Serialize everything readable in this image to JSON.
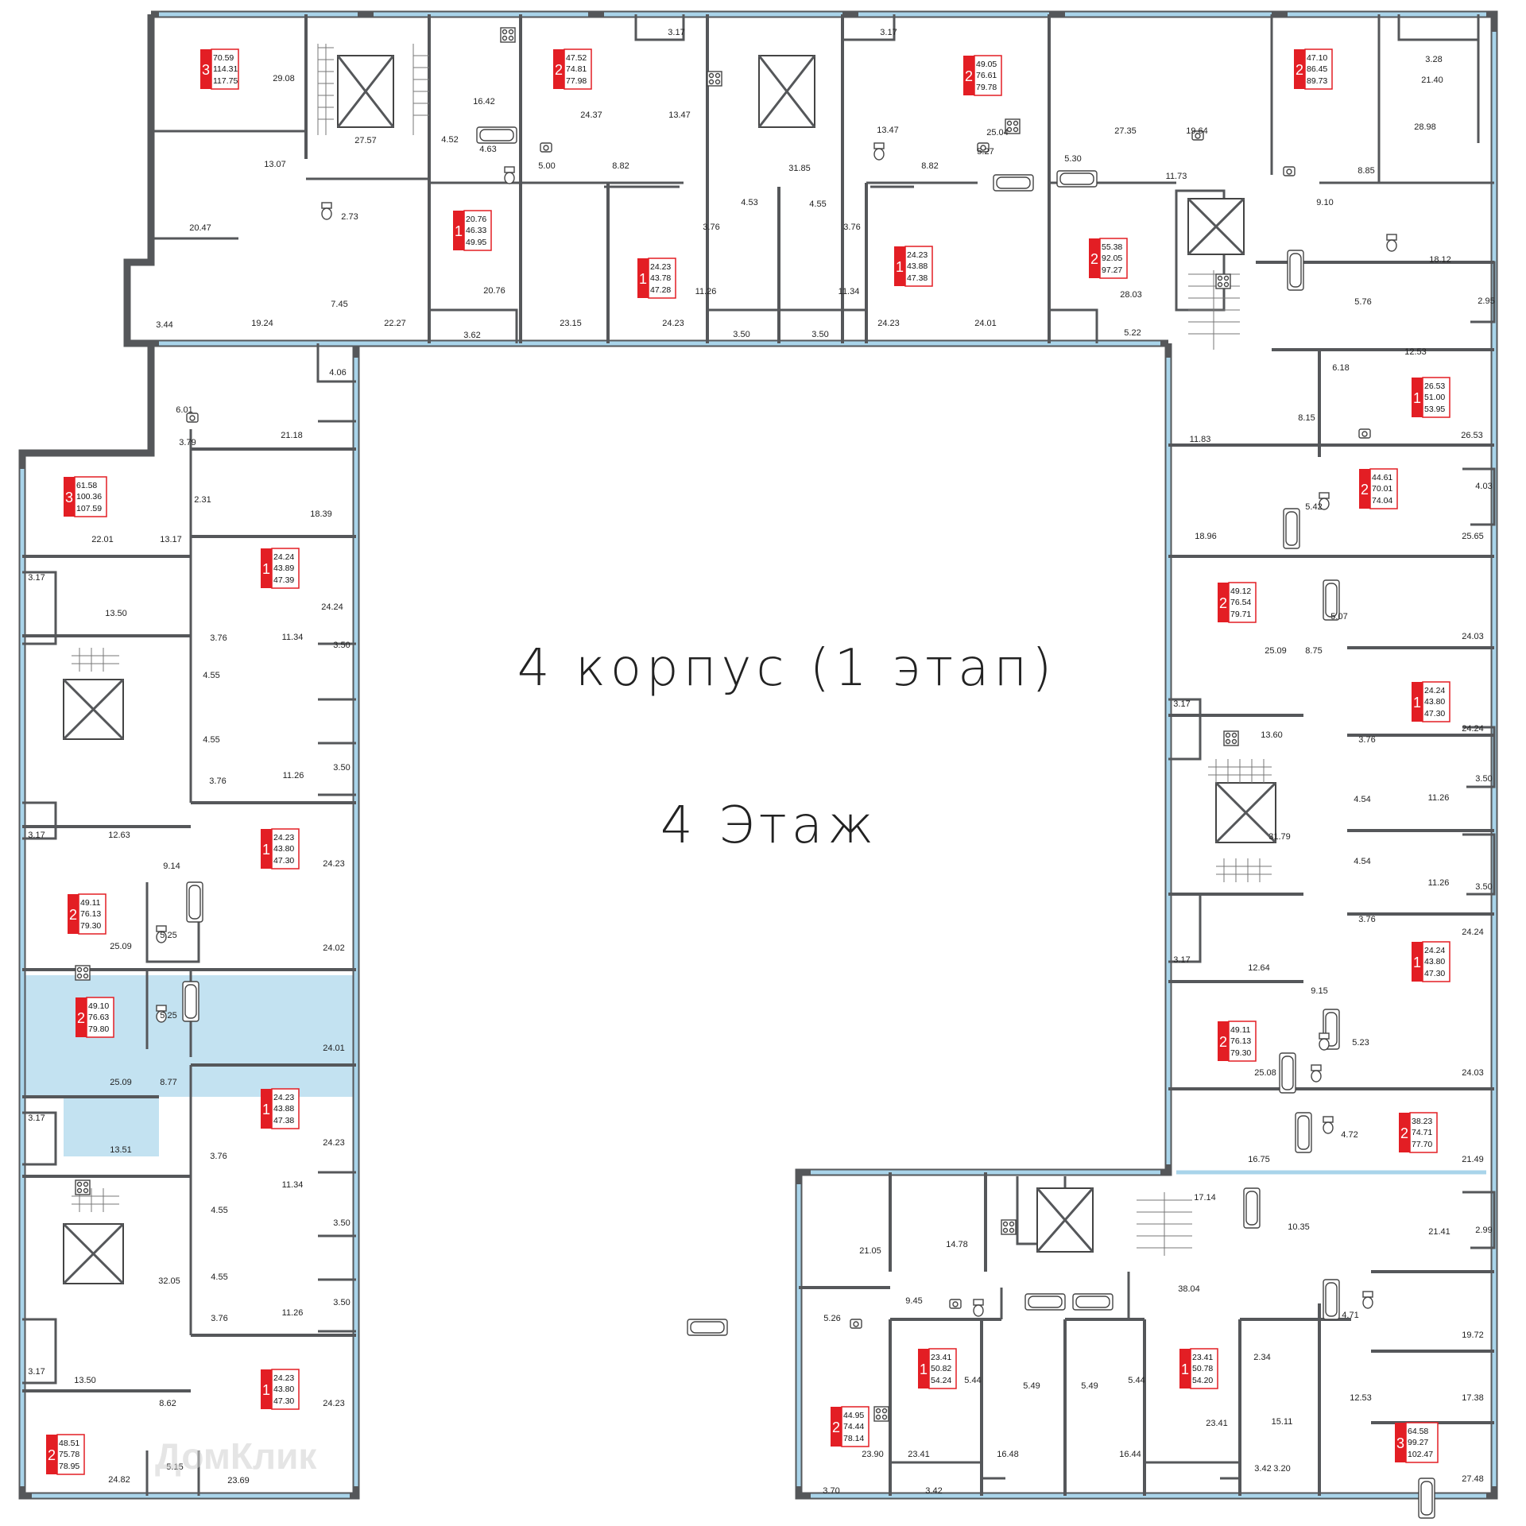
{
  "plan": {
    "title": "4 корпус (1 этап)",
    "subtitle": "4 Этаж",
    "watermark": "ДомКлик",
    "colors": {
      "apt_label": "#e31e24",
      "window": "#a9d4ea",
      "highlight": "#c3e2f1",
      "wall": "#55575a"
    },
    "highlighted_apartment": "L-6",
    "apartments": [
      {
        "id": "T-1",
        "rooms": "3",
        "areas": [
          "70.59",
          "114.31",
          "117.75"
        ]
      },
      {
        "id": "T-2",
        "rooms": "1",
        "areas": [
          "20.76",
          "46.33",
          "49.95"
        ]
      },
      {
        "id": "T-3",
        "rooms": "2",
        "areas": [
          "47.52",
          "74.81",
          "77.98"
        ]
      },
      {
        "id": "T-4",
        "rooms": "1",
        "areas": [
          "24.23",
          "43.78",
          "47.28"
        ]
      },
      {
        "id": "T-5",
        "rooms": "1",
        "areas": [
          "24.23",
          "43.88",
          "47.38"
        ]
      },
      {
        "id": "T-6",
        "rooms": "2",
        "areas": [
          "49.05",
          "76.61",
          "79.78"
        ]
      },
      {
        "id": "T-7",
        "rooms": "2",
        "areas": [
          "55.38",
          "92.05",
          "97.27"
        ]
      },
      {
        "id": "T-8",
        "rooms": "2",
        "areas": [
          "47.10",
          "86.45",
          "89.73"
        ]
      },
      {
        "id": "L-1",
        "rooms": "3",
        "areas": [
          "61.58",
          "100.36",
          "107.59"
        ]
      },
      {
        "id": "L-2",
        "rooms": "1",
        "areas": [
          "24.24",
          "43.89",
          "47.39"
        ]
      },
      {
        "id": "L-3",
        "rooms": "1",
        "areas": [
          "24.23",
          "43.80",
          "47.30"
        ]
      },
      {
        "id": "L-4",
        "rooms": "2",
        "areas": [
          "49.11",
          "76.13",
          "79.30"
        ]
      },
      {
        "id": "L-6",
        "rooms": "2",
        "areas": [
          "49.10",
          "76.63",
          "79.80"
        ]
      },
      {
        "id": "L-7",
        "rooms": "1",
        "areas": [
          "24.23",
          "43.88",
          "47.38"
        ]
      },
      {
        "id": "L-8",
        "rooms": "1",
        "areas": [
          "24.23",
          "43.80",
          "47.30"
        ]
      },
      {
        "id": "L-9",
        "rooms": "2",
        "areas": [
          "48.51",
          "75.78",
          "78.95"
        ]
      },
      {
        "id": "R-1",
        "rooms": "1",
        "areas": [
          "26.53",
          "51.00",
          "53.95"
        ]
      },
      {
        "id": "R-2",
        "rooms": "2",
        "areas": [
          "44.61",
          "70.01",
          "74.04"
        ]
      },
      {
        "id": "R-3",
        "rooms": "2",
        "areas": [
          "49.12",
          "76.54",
          "79.71"
        ]
      },
      {
        "id": "R-4",
        "rooms": "1",
        "areas": [
          "24.24",
          "43.80",
          "47.30"
        ]
      },
      {
        "id": "R-5",
        "rooms": "1",
        "areas": [
          "24.24",
          "43.80",
          "47.30"
        ]
      },
      {
        "id": "R-6",
        "rooms": "2",
        "areas": [
          "49.11",
          "76.13",
          "79.30"
        ]
      },
      {
        "id": "R-7",
        "rooms": "2",
        "areas": [
          "38.23",
          "74.71",
          "77.70"
        ]
      },
      {
        "id": "B-1",
        "rooms": "2",
        "areas": [
          "44.95",
          "74.44",
          "78.14"
        ]
      },
      {
        "id": "B-2",
        "rooms": "1",
        "areas": [
          "23.41",
          "50.82",
          "54.24"
        ]
      },
      {
        "id": "B-3",
        "rooms": "1",
        "areas": [
          "23.41",
          "50.78",
          "54.20"
        ]
      },
      {
        "id": "B-4",
        "rooms": "3",
        "areas": [
          "64.58",
          "99.27",
          "102.47"
        ]
      }
    ],
    "room_areas": [
      "29.08",
      "13.07",
      "20.47",
      "19.24",
      "3.44",
      "27.57",
      "2.73",
      "7.45",
      "22.27",
      "16.42",
      "4.52",
      "4.63",
      "20.76",
      "3.62",
      "5.00",
      "24.37",
      "3.17",
      "13.47",
      "8.82",
      "23.15",
      "4.53",
      "4.55",
      "3.76",
      "3.76",
      "31.85",
      "11.26",
      "11.34",
      "24.23",
      "24.23",
      "3.50",
      "3.50",
      "3.17",
      "13.47",
      "8.82",
      "25.04",
      "5.27",
      "24.01",
      "5.30",
      "27.35",
      "19.64",
      "11.73",
      "28.03",
      "5.22",
      "3.28",
      "21.40",
      "28.98",
      "8.85",
      "9.10",
      "18.12",
      "5.76",
      "2.95",
      "12.53",
      "6.18",
      "26.53",
      "8.15",
      "11.83",
      "4.03",
      "5.42",
      "18.96",
      "25.65",
      "5.07",
      "25.09",
      "8.75",
      "24.03",
      "3.17",
      "13.60",
      "24.24",
      "3.76",
      "3.50",
      "4.54",
      "11.26",
      "31.79",
      "4.54",
      "11.26",
      "3.50",
      "3.76",
      "24.24",
      "3.17",
      "12.64",
      "9.15",
      "5.23",
      "25.08",
      "24.03",
      "4.72",
      "16.75",
      "21.49",
      "17.14",
      "10.35",
      "21.41",
      "2.99",
      "38.04",
      "4.71",
      "19.72",
      "2.34",
      "15.11",
      "23.41",
      "3.42",
      "3.20",
      "12.53",
      "17.38",
      "27.48",
      "21.05",
      "14.78",
      "9.45",
      "5.26",
      "5.44",
      "5.49",
      "5.49",
      "5.44",
      "23.90",
      "23.41",
      "16.48",
      "16.44",
      "3.70",
      "3.42",
      "4.06",
      "6.01",
      "21.18",
      "3.79",
      "2.31",
      "18.39",
      "22.01",
      "13.17",
      "3.17",
      "13.50",
      "24.24",
      "11.34",
      "3.76",
      "3.50",
      "4.55",
      "4.55",
      "3.76",
      "11.26",
      "3.50",
      "3.17",
      "12.63",
      "9.14",
      "24.23",
      "5.25",
      "25.09",
      "24.02",
      "5.25",
      "24.01",
      "25.09",
      "8.77",
      "3.17",
      "13.51",
      "24.23",
      "3.76",
      "11.34",
      "4.55",
      "3.50",
      "32.05",
      "4.55",
      "3.76",
      "11.26",
      "3.50",
      "3.17",
      "13.50",
      "8.62",
      "24.23",
      "5.15",
      "24.82",
      "23.69"
    ]
  }
}
